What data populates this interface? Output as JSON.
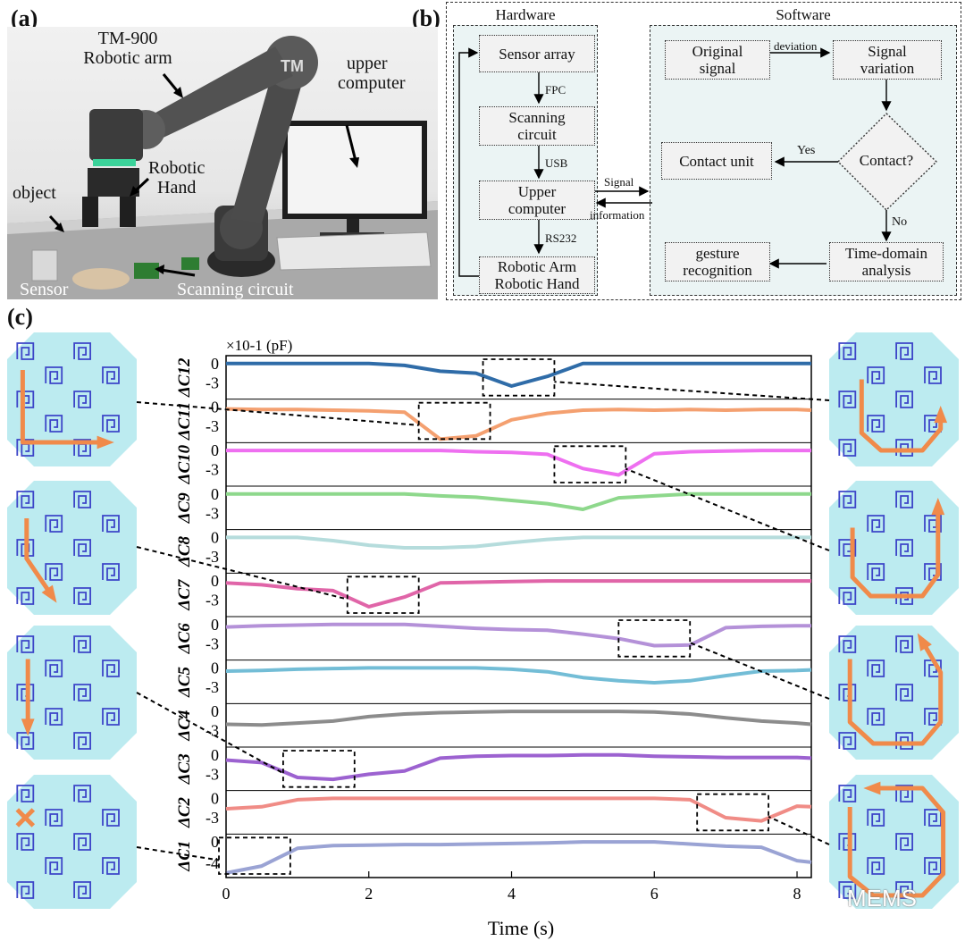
{
  "panels": {
    "a": "(a)",
    "b": "(b)",
    "c": "(c)"
  },
  "photo": {
    "arm_line1": "TM-900",
    "arm_line2": "Robotic arm",
    "computer_line1": "upper",
    "computer_line2": "computer",
    "hand_line1": "Robotic",
    "hand_line2": "Hand",
    "object": "object",
    "sensor": "Sensor",
    "scanning": "Scanning circuit",
    "arm_logo": "TM"
  },
  "flow": {
    "hardware_title": "Hardware",
    "software_title": "Software",
    "sensor_array": "Sensor array",
    "scanning_l1": "Scanning",
    "scanning_l2": "circuit",
    "upper_l1": "Upper",
    "upper_l2": "computer",
    "robot_l1": "Robotic Arm",
    "robot_l2": "Robotic Hand",
    "fpc": "FPC",
    "usb": "USB",
    "rs232": "RS232",
    "signal": "Signal",
    "information": "information",
    "original_l1": "Original",
    "original_l2": "signal",
    "deviation": "deviation",
    "variation_l1": "Signal",
    "variation_l2": "variation",
    "contact_q": "Contact?",
    "yes": "Yes",
    "no": "No",
    "contact_unit": "Contact unit",
    "time_l1": "Time-domain",
    "time_l2": "analysis",
    "gesture_l1": "gesture",
    "gesture_l2": "recognition"
  },
  "colors": {
    "c12": "#2f6ca8",
    "c11": "#f4a070",
    "c10": "#ee6ff0",
    "c9": "#8ed88c",
    "c8": "#b5dcdc",
    "c7": "#e065a8",
    "c6": "#b491d8",
    "c5": "#73bdd6",
    "c4": "#8c8c8c",
    "c3": "#9c62d0",
    "c2": "#f08c86",
    "c1": "#9aa3d4",
    "sensor_bg": "#bcebf0",
    "spiral": "#3d45c8",
    "arrow": "#f08a4a"
  },
  "chart_data": {
    "type": "line",
    "xlabel": "Time (s)",
    "unit_label": "×10-1 (pF)",
    "xlim": [
      0,
      8.2
    ],
    "xticks": [
      "0",
      "2",
      "4",
      "6",
      "8"
    ],
    "x": [
      0,
      0.5,
      1,
      1.5,
      2,
      2.5,
      3,
      3.5,
      4,
      4.5,
      5,
      5.5,
      6,
      6.5,
      7,
      7.5,
      8,
      8.2
    ],
    "series": [
      {
        "name": "ΔC12",
        "ylabels": [
          "0",
          "-3"
        ],
        "values": [
          0,
          0,
          0,
          0,
          0,
          -0.3,
          -1.2,
          -1.5,
          -3.5,
          -2,
          0,
          0,
          0,
          0,
          0,
          0,
          0,
          0
        ]
      },
      {
        "name": "ΔC11",
        "ylabels": [
          "0",
          "-3"
        ],
        "values": [
          -0.3,
          -0.4,
          -0.4,
          -0.5,
          -0.6,
          -0.8,
          -5,
          -4.5,
          -2,
          -1,
          -0.5,
          -0.4,
          -0.5,
          -0.4,
          -0.5,
          -0.4,
          -0.4,
          -0.5
        ]
      },
      {
        "name": "ΔC10",
        "ylabels": [
          "0",
          "-3"
        ],
        "values": [
          0,
          0,
          0,
          0,
          0,
          0,
          0,
          -0.2,
          -0.3,
          -0.6,
          -2.8,
          -3.8,
          -0.5,
          -0.2,
          -0.1,
          0,
          0,
          0
        ]
      },
      {
        "name": "ΔC9",
        "ylabels": [
          "0",
          "-3"
        ],
        "values": [
          0,
          0,
          0,
          0,
          0,
          0,
          -0.3,
          -0.5,
          -1,
          -1.5,
          -2.4,
          -0.6,
          -0.3,
          0,
          0,
          0,
          0,
          0
        ]
      },
      {
        "name": "ΔC8",
        "ylabels": [
          "0",
          "-3"
        ],
        "values": [
          0,
          0,
          0,
          -0.5,
          -1.2,
          -1.6,
          -1.6,
          -1.4,
          -0.8,
          -0.3,
          0,
          0,
          0,
          0,
          0,
          0,
          0,
          0
        ]
      },
      {
        "name": "ΔC7",
        "ylabels": [
          "0",
          "-3"
        ],
        "values": [
          -0.3,
          -0.6,
          -1.2,
          -1.5,
          -4,
          -2.5,
          -0.3,
          -0.2,
          -0.1,
          0,
          0,
          0,
          0,
          0,
          0,
          0,
          0,
          0
        ]
      },
      {
        "name": "ΔC6",
        "ylabels": [
          "0",
          "-3"
        ],
        "values": [
          -0.4,
          -0.2,
          -0.1,
          0,
          0,
          0,
          -0.3,
          -0.6,
          -0.8,
          -0.9,
          -1.5,
          -2.2,
          -3.3,
          -3.2,
          -0.5,
          -0.3,
          -0.2,
          -0.2
        ]
      },
      {
        "name": "ΔC5",
        "ylabels": [
          "0",
          "-3"
        ],
        "values": [
          -0.5,
          -0.4,
          -0.2,
          -0.1,
          0,
          0,
          0,
          0,
          -0.2,
          -0.6,
          -1.5,
          -2,
          -2.3,
          -2,
          -1.2,
          -0.5,
          -0.4,
          -0.3
        ]
      },
      {
        "name": "ΔC4",
        "ylabels": [
          "0",
          "-3"
        ],
        "values": [
          -2,
          -2.1,
          -1.8,
          -1.5,
          -0.8,
          -0.4,
          -0.2,
          -0.1,
          0,
          0,
          0,
          0,
          -0.1,
          -0.4,
          -1,
          -1.5,
          -1.8,
          -2
        ]
      },
      {
        "name": "ΔC3",
        "ylabels": [
          "0",
          "-3"
        ],
        "values": [
          -0.8,
          -1.2,
          -3.5,
          -3.8,
          -3,
          -2.5,
          -0.5,
          -0.2,
          -0.1,
          -0.1,
          0,
          0,
          -0.2,
          -0.3,
          -0.4,
          -0.4,
          -0.4,
          -0.5
        ]
      },
      {
        "name": "ΔC2",
        "ylabels": [
          "0",
          "-3"
        ],
        "values": [
          -1.6,
          -1.3,
          -0.2,
          0,
          0,
          0,
          0,
          0,
          0,
          0,
          0,
          0,
          0,
          -0.2,
          -3,
          -3.5,
          -1.2,
          -1.3
        ]
      },
      {
        "name": "ΔC1",
        "ylabels": [
          "0",
          "-4"
        ],
        "values": [
          -5.8,
          -4.5,
          -1.2,
          -0.7,
          -0.6,
          -0.5,
          -0.5,
          -0.4,
          -0.3,
          -0.2,
          0,
          0,
          0,
          -0.4,
          -0.8,
          -1,
          -3.5,
          -3.8
        ]
      }
    ],
    "highlight_windows": [
      {
        "series": "ΔC12",
        "x0": 3.6,
        "x1": 4.6
      },
      {
        "series": "ΔC11",
        "x0": 2.7,
        "x1": 3.7
      },
      {
        "series": "ΔC10",
        "x0": 4.6,
        "x1": 5.6
      },
      {
        "series": "ΔC7",
        "x0": 1.7,
        "x1": 2.7
      },
      {
        "series": "ΔC6",
        "x0": 5.5,
        "x1": 6.5
      },
      {
        "series": "ΔC3",
        "x0": 0.8,
        "x1": 1.8
      },
      {
        "series": "ΔC2",
        "x0": 6.6,
        "x1": 7.6
      },
      {
        "series": "ΔC1",
        "x0": -0.1,
        "x1": 0.9
      }
    ]
  },
  "watermark": "MEMS"
}
